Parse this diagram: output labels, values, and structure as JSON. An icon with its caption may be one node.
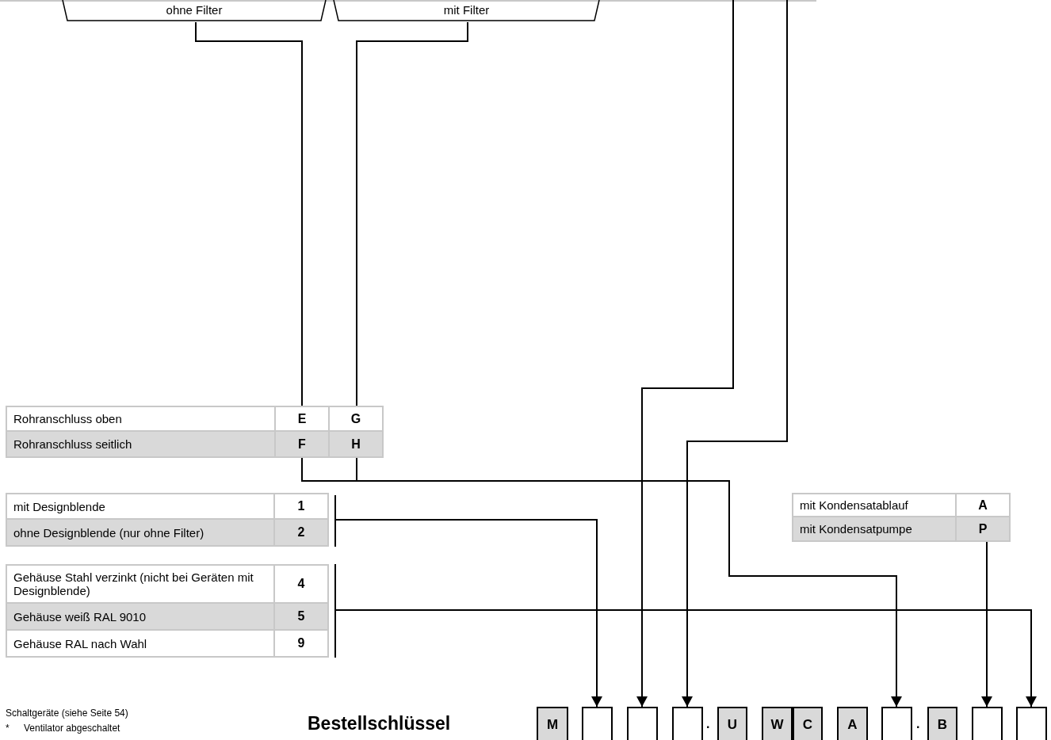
{
  "diagram": {
    "title": "Bestellschlüssel",
    "nodes": [
      {
        "text": [
          "ohne Filter"
        ]
      },
      {
        "text": [
          "mit Filter"
        ]
      },
      {
        "text": [],
        "shape": "box"
      },
      {
        "text": [
          "Rohranschluss oben",
          "E",
          "G"
        ],
        "in": 2
      },
      {
        "text": [
          "Rohranschluss seitlich",
          "F",
          "H"
        ],
        "in": 2
      },
      {
        "text": [],
        "shape": "box"
      },
      {
        "text": [
          "mit Designblende",
          "1"
        ],
        "in": 5
      },
      {
        "text": [
          "ohne Designblende (nur ohne Filter)",
          "2"
        ],
        "in": 5
      },
      {
        "text": [],
        "shape": "box"
      },
      {
        "text": [
          "Gehäuse Stahl verzinkt (nicht bei Geräten mit Designblende)",
          "4"
        ],
        "in": 8
      },
      {
        "text": [
          "Gehäuse weiß RAL 9010",
          "5"
        ],
        "in": 8
      },
      {
        "text": [
          "Gehäuse RAL nach Wahl",
          "9"
        ],
        "in": 8
      },
      {
        "text": [],
        "shape": "box"
      },
      {
        "text": [
          "mit Kondensatablauf",
          "A"
        ],
        "in": 12
      },
      {
        "text": [
          "mit Kondensatpumpe",
          "P"
        ],
        "in": 12
      },
      {
        "text": [
          "M"
        ]
      },
      {
        "text": [],
        "shape": "box"
      },
      {
        "text": [],
        "shape": "box"
      },
      {
        "text": [],
        "shape": "box"
      },
      {
        "text": [
          "U"
        ]
      },
      {
        "text": [
          "W"
        ]
      },
      {
        "text": [
          "C"
        ]
      },
      {
        "text": [
          "A"
        ]
      },
      {
        "text": [],
        "shape": "box"
      },
      {
        "text": [
          "B"
        ]
      },
      {
        "text": [],
        "shape": "box"
      },
      {
        "text": [],
        "shape": "box"
      }
    ],
    "edges": [
      {
        "from": 0,
        "to": 3,
        "arrow": "none"
      },
      {
        "from": 1,
        "to": 3,
        "arrow": "none"
      },
      {
        "from": 4,
        "to": 23,
        "arrow": "to"
      },
      {
        "from": null,
        "to": 17,
        "arrow": "to"
      },
      {
        "from": null,
        "to": 18,
        "arrow": "to"
      },
      {
        "from": 5,
        "to": 16,
        "arrow": "to"
      },
      {
        "from": 8,
        "to": 26,
        "arrow": "to"
      },
      {
        "from": 14,
        "to": 25,
        "arrow": "to"
      }
    ],
    "labels": [
      ".",
      ".",
      "Schaltgeräte (siehe Seite 54)",
      "*",
      "Ventilator abgeschaltet"
    ]
  }
}
